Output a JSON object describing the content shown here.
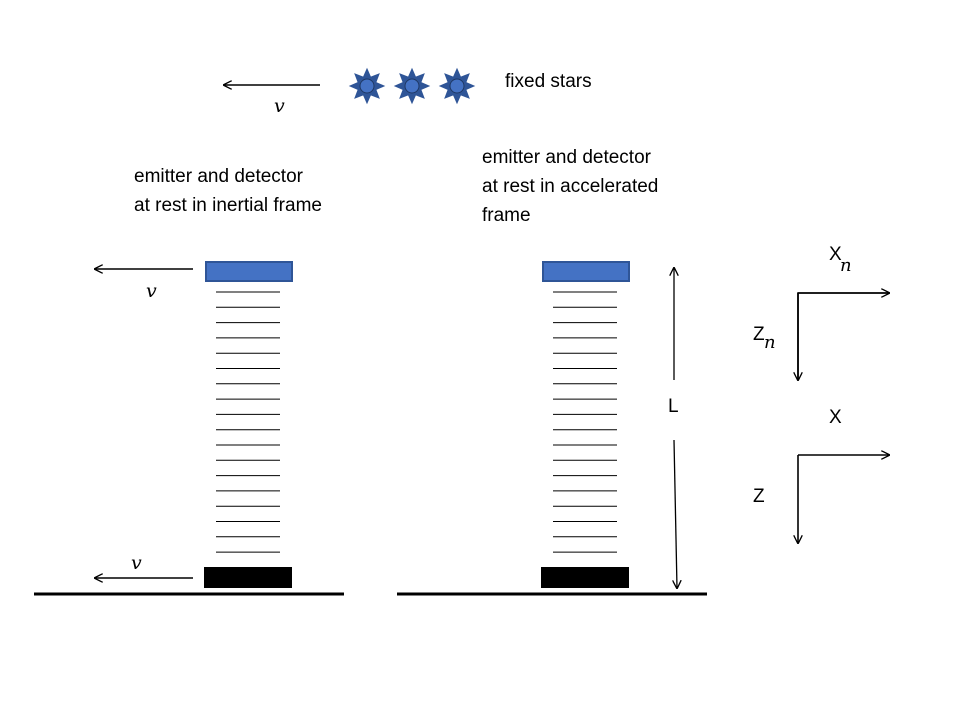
{
  "stars": {
    "label": "fixed stars",
    "velocity_symbol": "v",
    "count": 3,
    "fill_color": "#4472c4",
    "stroke_color": "#2f5597"
  },
  "left_setup": {
    "caption_line1": "emitter and detector",
    "caption_line2": "at rest in inertial frame",
    "velocity_top": "v",
    "velocity_bottom": "v"
  },
  "right_setup": {
    "caption_line1": "emitter and detector",
    "caption_line2": "at rest in accelerated",
    "caption_line3": "frame",
    "length_label": "L"
  },
  "axes_upper": {
    "x_label": "X",
    "x_sub": "n",
    "z_label": "Z",
    "z_sub": "n"
  },
  "axes_lower": {
    "x_label": "X",
    "z_label": "Z"
  },
  "colors": {
    "emitter": "#4472c4",
    "emitter_border": "#2f5597",
    "detector": "#000000"
  }
}
